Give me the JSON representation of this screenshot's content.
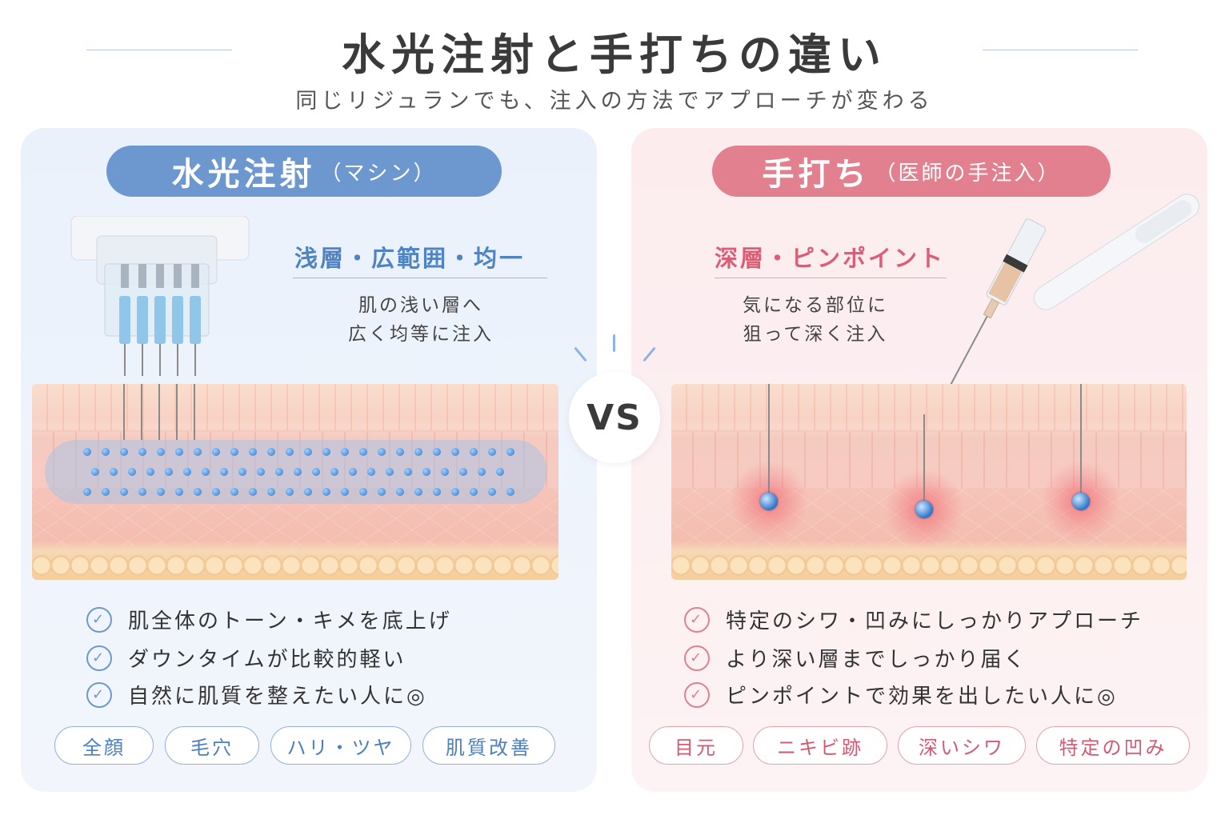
{
  "title": "水光注射と手打ちの違い",
  "subtitle": "同じリジュランでも、注入の方法でアプローチが変わる",
  "vs": "VS",
  "left": {
    "pill_main": "水光注射",
    "pill_sub": "（マシン）",
    "keyword": "浅層・広範囲・均一",
    "desc_line1": "肌の浅い層へ",
    "desc_line2": "広く均等に注入",
    "features": [
      "肌全体のトーン・キメを底上げ",
      "ダウンタイムが比較的軽い",
      "自然に肌質を整えたい人に◎"
    ],
    "tags": [
      "全顔",
      "毛穴",
      "ハリ・ツヤ",
      "肌質改善"
    ]
  },
  "right": {
    "pill_main": "手打ち",
    "pill_sub": "（医師の手注入）",
    "keyword": "深層・ピンポイント",
    "desc_line1": "気になる部位に",
    "desc_line2": "狙って深く注入",
    "features": [
      "特定のシワ・凹みにしっかりアプローチ",
      "より深い層までしっかり届く",
      "ピンポイントで効果を出したい人に◎"
    ],
    "tags": [
      "目元",
      "ニキビ跡",
      "深いシワ",
      "特定の凹み"
    ]
  },
  "colors": {
    "blue_accent": "#6d98cf",
    "pink_accent": "#e2808f",
    "blue_panel": "#eaf1fb",
    "pink_panel": "#fcecee"
  },
  "icons": [
    "check-circle-icon",
    "needle-device-icon",
    "syringe-icon",
    "pen-icon"
  ]
}
